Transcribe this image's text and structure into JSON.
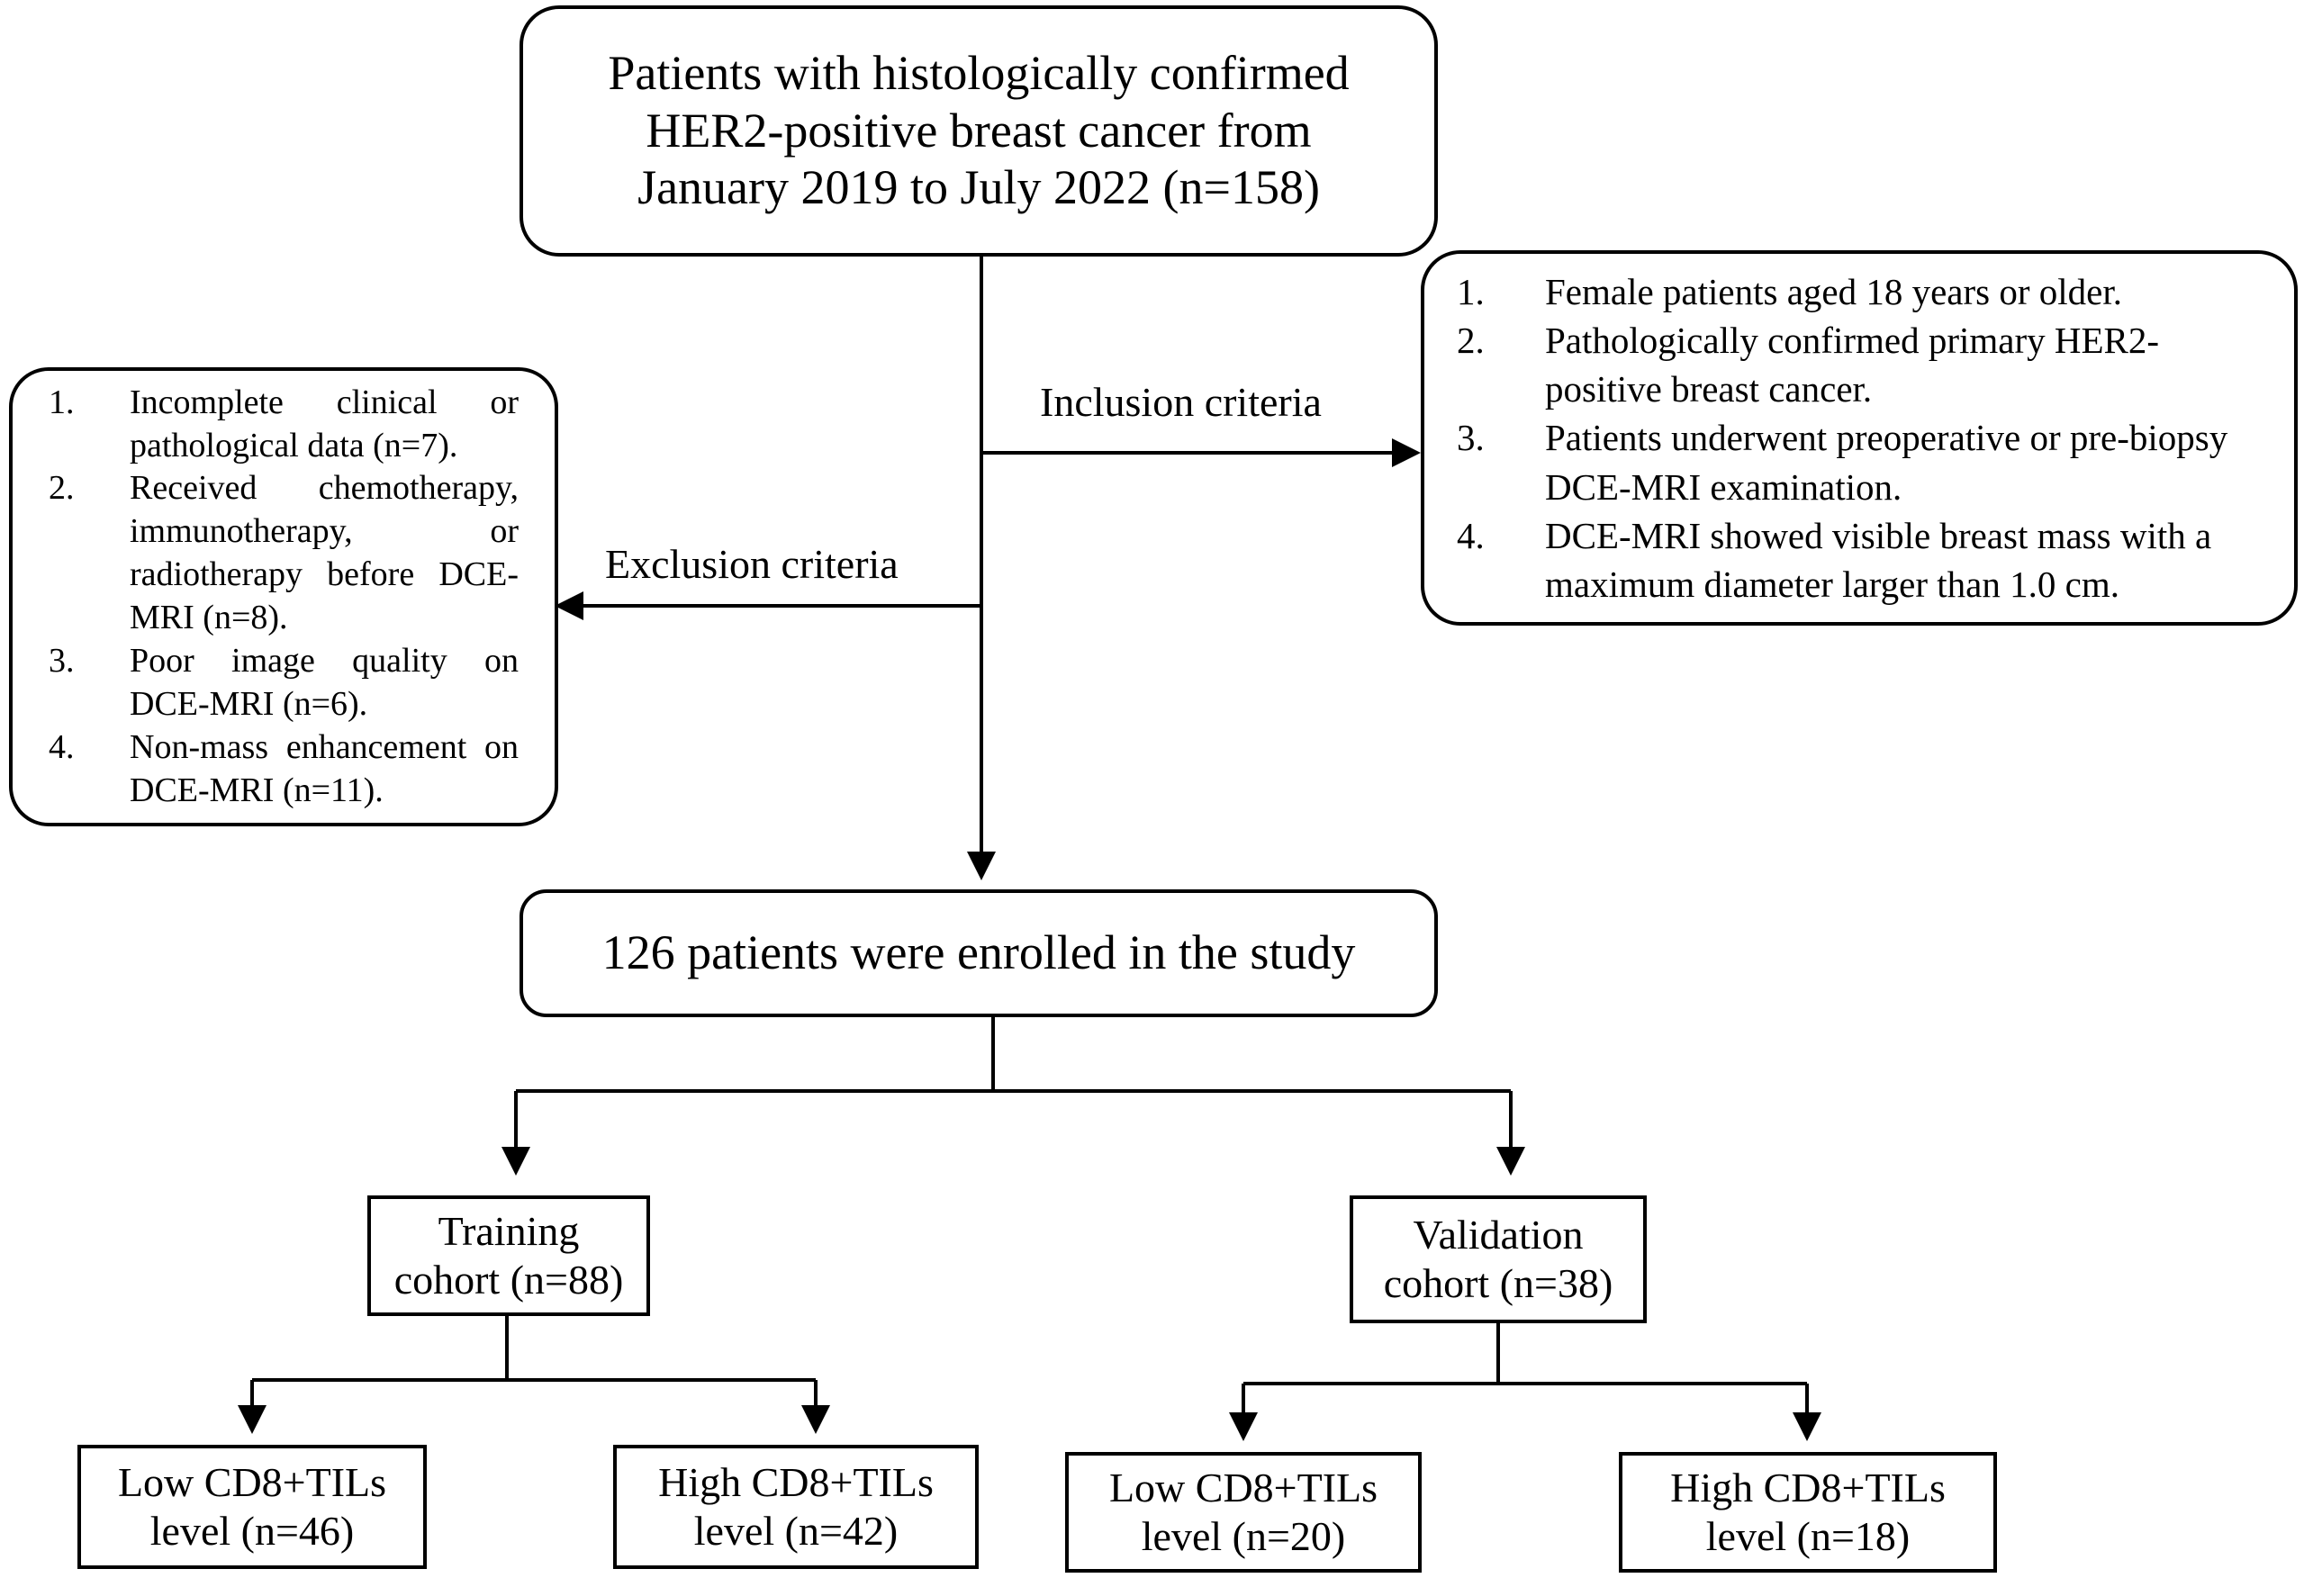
{
  "nodes": {
    "source": {
      "lines": [
        "Patients with histologically confirmed",
        "HER2-positive breast cancer from",
        "January 2019 to July 2022 (n=158)"
      ]
    },
    "inclusion": {
      "items": [
        {
          "num": "1.",
          "text": "Female patients aged 18 years or older."
        },
        {
          "num": "2.",
          "text": "Pathologically confirmed primary HER2-positive breast cancer."
        },
        {
          "num": "3.",
          "text": "Patients underwent preoperative or pre-biopsy DCE-MRI examination."
        },
        {
          "num": "4.",
          "text": "DCE-MRI showed visible breast mass with a maximum diameter larger than 1.0 cm."
        }
      ]
    },
    "exclusion": {
      "items": [
        {
          "num": "1.",
          "text": "Incomplete clinical or pathological data (n=7)."
        },
        {
          "num": "2.",
          "text": "Received chemotherapy, immunotherapy, or radiotherapy before DCE-MRI (n=8)."
        },
        {
          "num": "3.",
          "text": "Poor image quality on DCE-MRI (n=6)."
        },
        {
          "num": "4.",
          "text": "Non-mass enhancement on DCE-MRI (n=11)."
        }
      ]
    },
    "enrolled": {
      "text": "126 patients were enrolled in the study"
    },
    "training": {
      "lines": [
        "Training",
        "cohort (n=88)"
      ]
    },
    "validation": {
      "lines": [
        "Validation",
        "cohort (n=38)"
      ]
    },
    "train_low": {
      "lines": [
        "Low CD8+TILs",
        "level (n=46)"
      ]
    },
    "train_high": {
      "lines": [
        "High CD8+TILs",
        "level (n=42)"
      ]
    },
    "val_low": {
      "lines": [
        "Low CD8+TILs",
        "level (n=20)"
      ]
    },
    "val_high": {
      "lines": [
        "High CD8+TILs",
        "level (n=18)"
      ]
    }
  },
  "edges": {
    "inclusion_label": "Inclusion criteria",
    "exclusion_label": "Exclusion criteria"
  }
}
